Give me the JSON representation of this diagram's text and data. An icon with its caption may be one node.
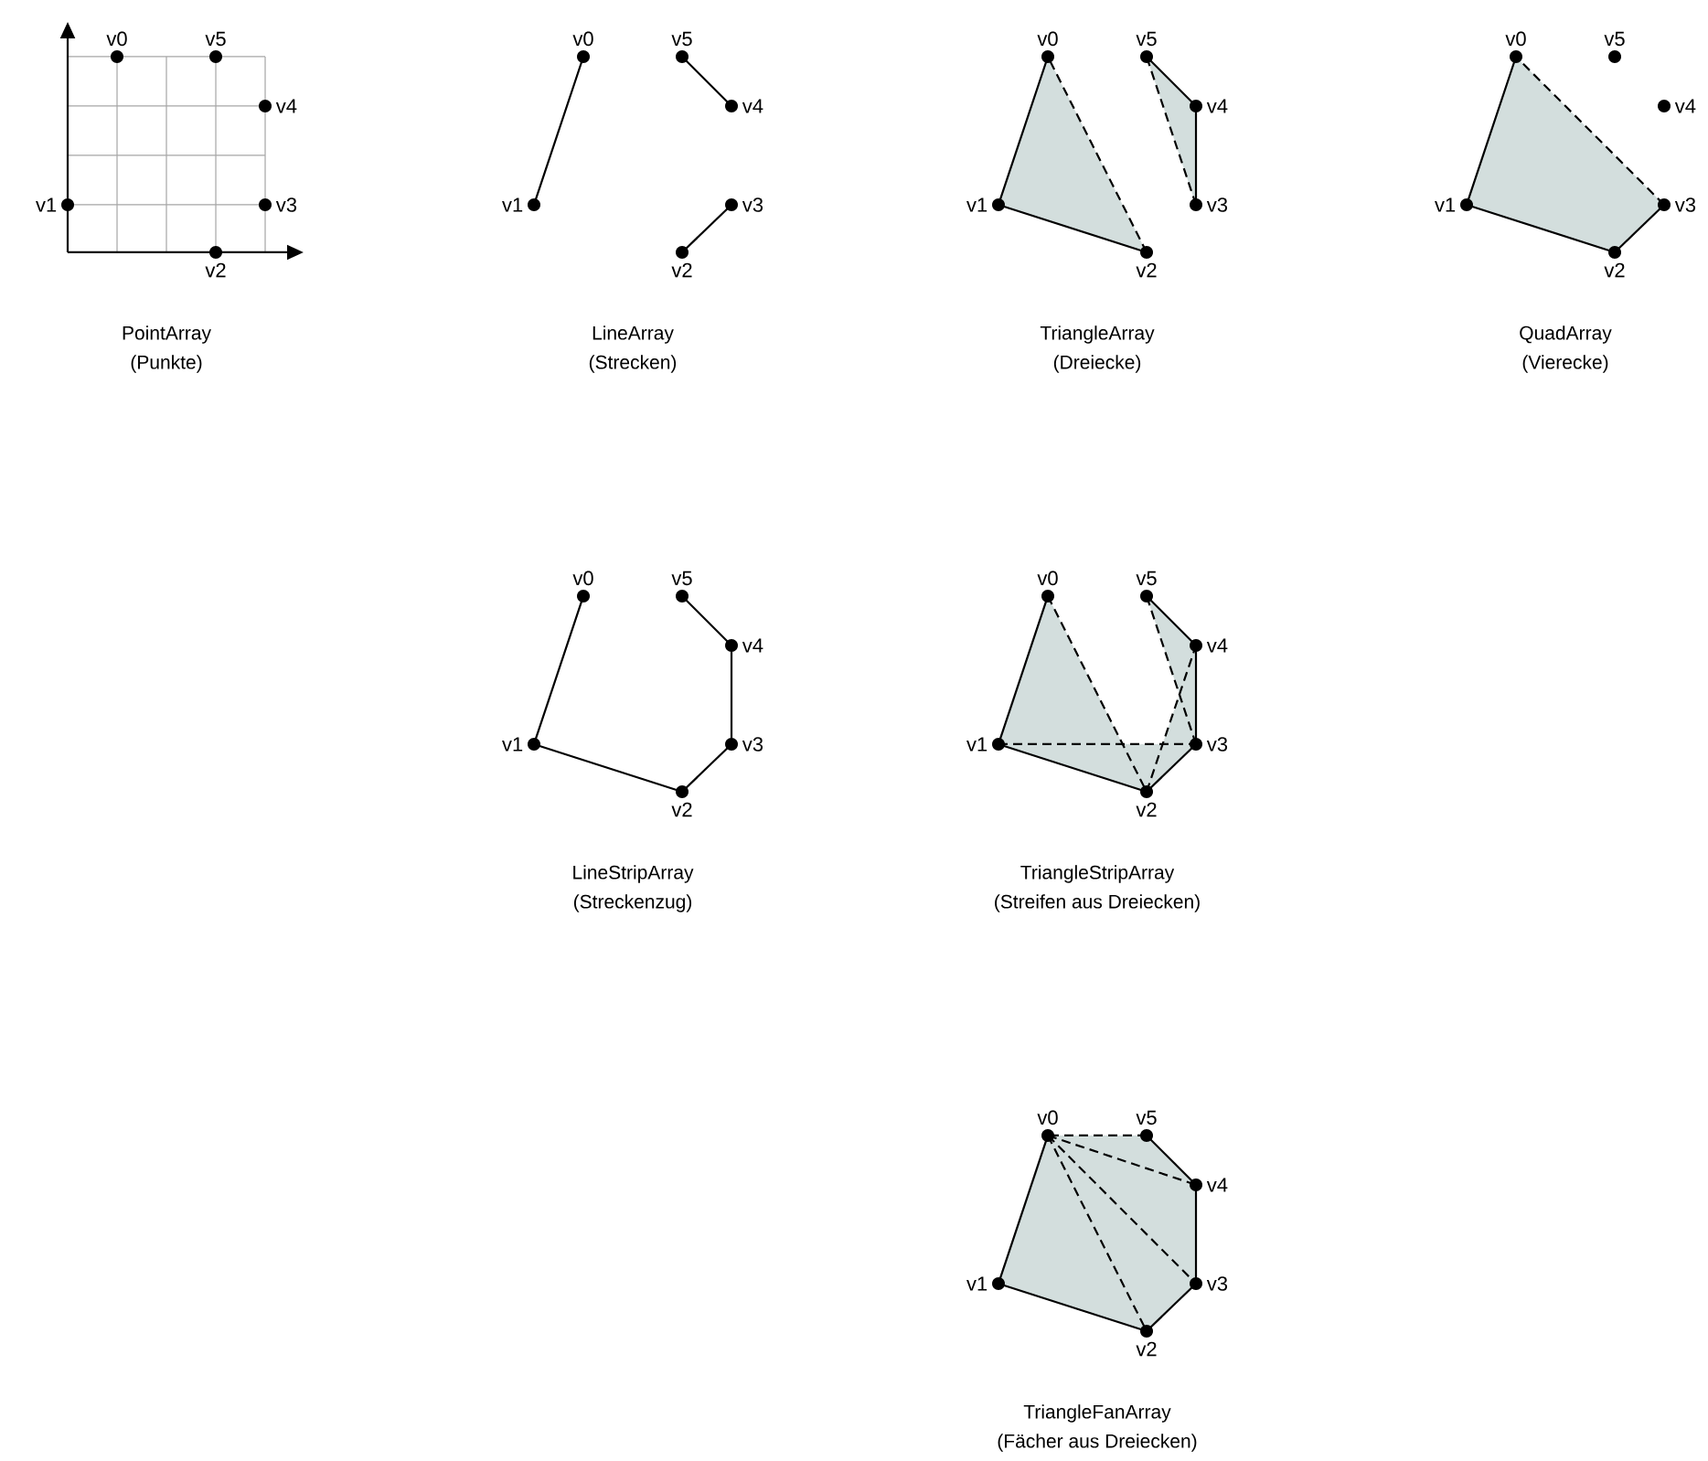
{
  "diagram": {
    "nodes": [
      {
        "text": [
          "v0"
        ]
      },
      {
        "text": [
          "v1"
        ]
      },
      {
        "text": [
          "v2"
        ]
      },
      {
        "text": [
          "v3"
        ]
      },
      {
        "text": [
          "v4"
        ]
      },
      {
        "text": [
          "v5"
        ]
      },
      {
        "text": [
          "v0"
        ]
      },
      {
        "text": [
          "v1"
        ]
      },
      {
        "text": [
          "v2"
        ]
      },
      {
        "text": [
          "v3"
        ]
      },
      {
        "text": [
          "v4"
        ]
      },
      {
        "text": [
          "v5"
        ]
      },
      {
        "text": [
          "v0"
        ]
      },
      {
        "text": [
          "v1"
        ]
      },
      {
        "text": [
          "v2"
        ]
      },
      {
        "text": [
          "v3"
        ]
      },
      {
        "text": [
          "v4"
        ]
      },
      {
        "text": [
          "v5"
        ]
      },
      {
        "text": [
          "v0"
        ]
      },
      {
        "text": [
          "v1"
        ]
      },
      {
        "text": [
          "v2"
        ]
      },
      {
        "text": [
          "v3"
        ]
      },
      {
        "text": [
          "v4"
        ]
      },
      {
        "text": [
          "v5"
        ]
      },
      {
        "text": [
          "v0"
        ]
      },
      {
        "text": [
          "v1"
        ]
      },
      {
        "text": [
          "v2"
        ]
      },
      {
        "text": [
          "v3"
        ]
      },
      {
        "text": [
          "v4"
        ]
      },
      {
        "text": [
          "v5"
        ]
      },
      {
        "text": [
          "v0"
        ]
      },
      {
        "text": [
          "v1"
        ]
      },
      {
        "text": [
          "v2"
        ]
      },
      {
        "text": [
          "v3"
        ]
      },
      {
        "text": [
          "v4"
        ]
      },
      {
        "text": [
          "v5"
        ]
      },
      {
        "text": [
          "v0"
        ]
      },
      {
        "text": [
          "v1"
        ]
      },
      {
        "text": [
          "v2"
        ]
      },
      {
        "text": [
          "v3"
        ]
      },
      {
        "text": [
          "v4"
        ]
      },
      {
        "text": [
          "v5"
        ]
      }
    ],
    "edges": [
      {
        "from": 6,
        "to": 7,
        "arrow": "none"
      },
      {
        "from": 11,
        "to": 10,
        "arrow": "none"
      },
      {
        "from": 9,
        "to": 8,
        "arrow": "none"
      },
      {
        "from": 12,
        "to": 13,
        "arrow": "none"
      },
      {
        "from": 13,
        "to": 14,
        "arrow": "none"
      },
      {
        "from": 14,
        "to": 12,
        "arrow": "none",
        "style": "dashed"
      },
      {
        "from": 17,
        "to": 16,
        "arrow": "none"
      },
      {
        "from": 16,
        "to": 15,
        "arrow": "none"
      },
      {
        "from": 15,
        "to": 17,
        "arrow": "none",
        "style": "dashed"
      },
      {
        "from": 18,
        "to": 19,
        "arrow": "none"
      },
      {
        "from": 19,
        "to": 20,
        "arrow": "none"
      },
      {
        "from": 20,
        "to": 21,
        "arrow": "none"
      },
      {
        "from": 21,
        "to": 18,
        "arrow": "none",
        "style": "dashed"
      },
      {
        "from": 24,
        "to": 25,
        "arrow": "none"
      },
      {
        "from": 25,
        "to": 26,
        "arrow": "none"
      },
      {
        "from": 26,
        "to": 27,
        "arrow": "none"
      },
      {
        "from": 27,
        "to": 28,
        "arrow": "none"
      },
      {
        "from": 28,
        "to": 29,
        "arrow": "none"
      },
      {
        "from": 30,
        "to": 31,
        "arrow": "none"
      },
      {
        "from": 31,
        "to": 32,
        "arrow": "none"
      },
      {
        "from": 32,
        "to": 33,
        "arrow": "none"
      },
      {
        "from": 33,
        "to": 34,
        "arrow": "none"
      },
      {
        "from": 34,
        "to": 35,
        "arrow": "none"
      },
      {
        "from": 30,
        "to": 32,
        "arrow": "none",
        "style": "dashed"
      },
      {
        "from": 31,
        "to": 33,
        "arrow": "none",
        "style": "dashed"
      },
      {
        "from": 32,
        "to": 34,
        "arrow": "none",
        "style": "dashed"
      },
      {
        "from": 33,
        "to": 35,
        "arrow": "none",
        "style": "dashed"
      },
      {
        "from": 36,
        "to": 37,
        "arrow": "none"
      },
      {
        "from": 37,
        "to": 38,
        "arrow": "none"
      },
      {
        "from": 38,
        "to": 39,
        "arrow": "none"
      },
      {
        "from": 39,
        "to": 40,
        "arrow": "none"
      },
      {
        "from": 40,
        "to": 41,
        "arrow": "none"
      },
      {
        "from": 41,
        "to": 36,
        "arrow": "none",
        "style": "dashed"
      },
      {
        "from": 36,
        "to": 38,
        "arrow": "none",
        "style": "dashed"
      },
      {
        "from": 36,
        "to": 39,
        "arrow": "none",
        "style": "dashed"
      },
      {
        "from": 36,
        "to": 40,
        "arrow": "none",
        "style": "dashed"
      }
    ],
    "labels": [
      "PointArray",
      "(Punkte)",
      "LineArray",
      "(Strecken)",
      "TriangleArray",
      "(Dreiecke)",
      "QuadArray",
      "(Vierecke)",
      "LineStripArray",
      "(Streckenzug)",
      "TriangleStripArray",
      "(Streifen aus Dreiecken)",
      "TriangleFanArray",
      "(Fächer aus Dreiecken)"
    ]
  }
}
